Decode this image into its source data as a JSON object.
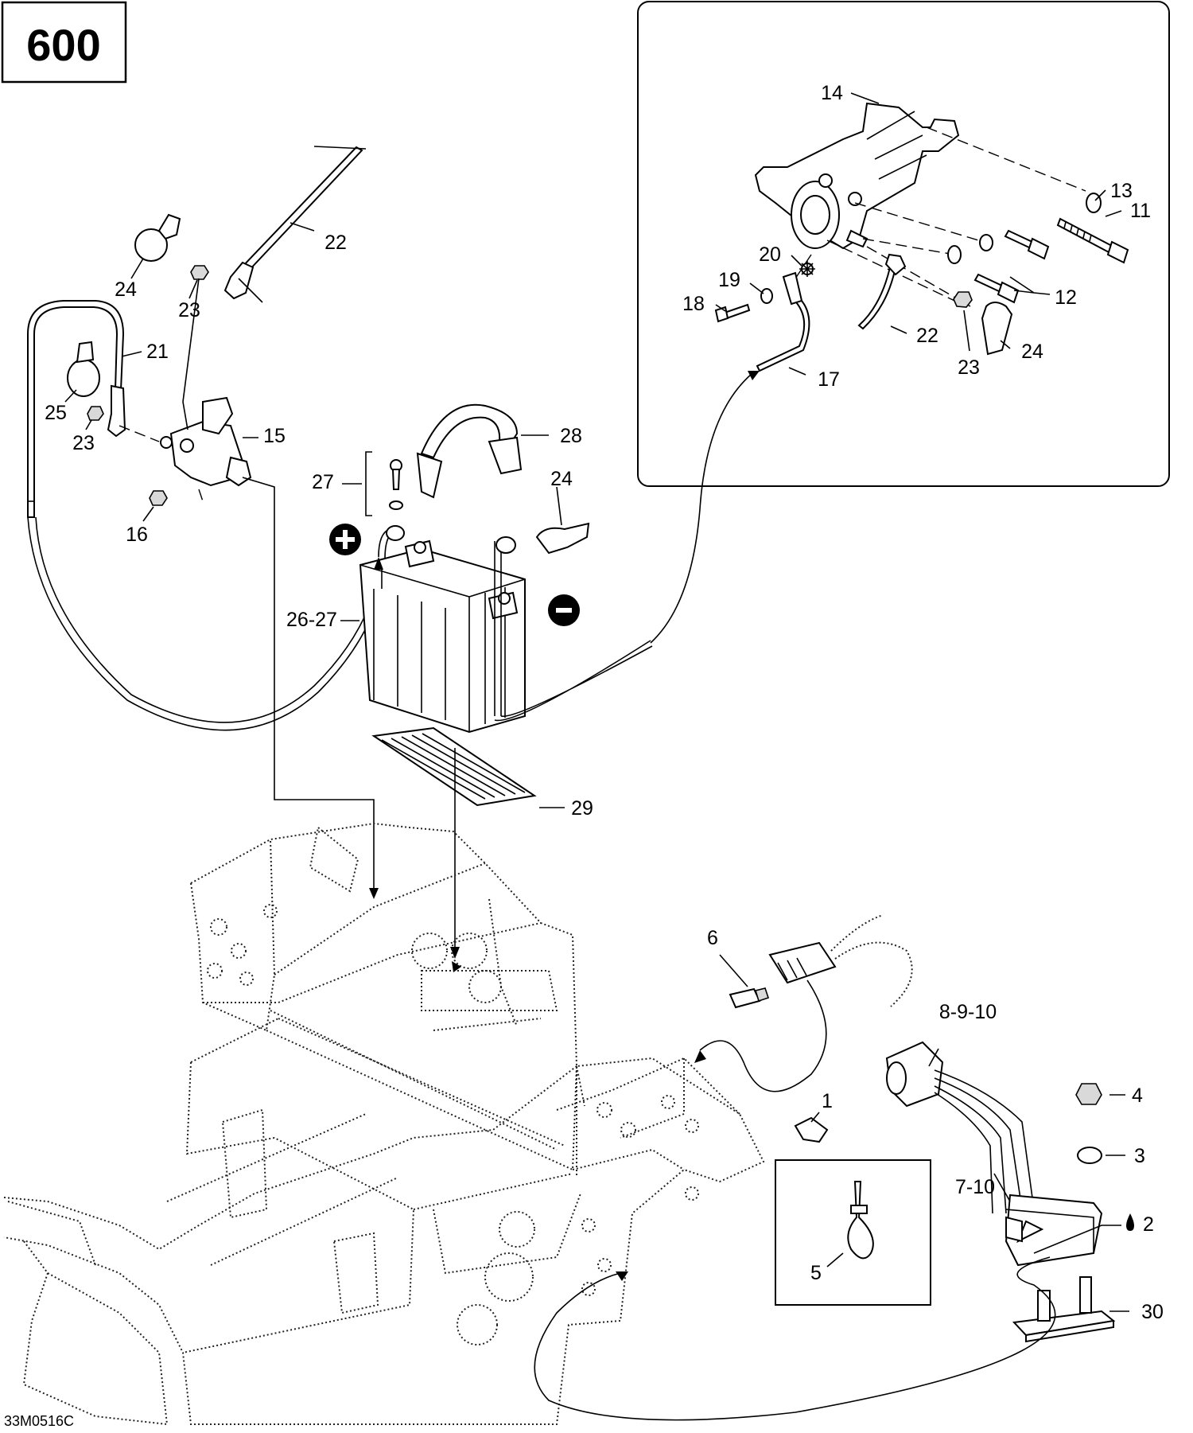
{
  "model_label": "600",
  "footer_code": "33M0516C",
  "battery_terminal_symbols": {
    "positive": "+",
    "negative": "-"
  },
  "callouts": {
    "c1": "1",
    "c2": "2",
    "c3": "3",
    "c4": "4",
    "c5": "5",
    "c6": "6",
    "c7_10": "7-10",
    "c8_9_10": "8-9-10",
    "c11": "11",
    "c12": "12",
    "c13": "13",
    "c14": "14",
    "c15": "15",
    "c16": "16",
    "c17": "17",
    "c18": "18",
    "c19": "19",
    "c20": "20",
    "c21": "21",
    "c22a": "22",
    "c22b": "22",
    "c23a": "23",
    "c23b": "23",
    "c23c": "23",
    "c24a": "24",
    "c24b": "24",
    "c24c": "24",
    "c25": "25",
    "c26_27": "26-27",
    "c27": "27",
    "c28": "28",
    "c29": "29",
    "c30": "30"
  },
  "icons": [
    "plus-circle-icon",
    "minus-circle-icon",
    "oil-drop-icon"
  ]
}
